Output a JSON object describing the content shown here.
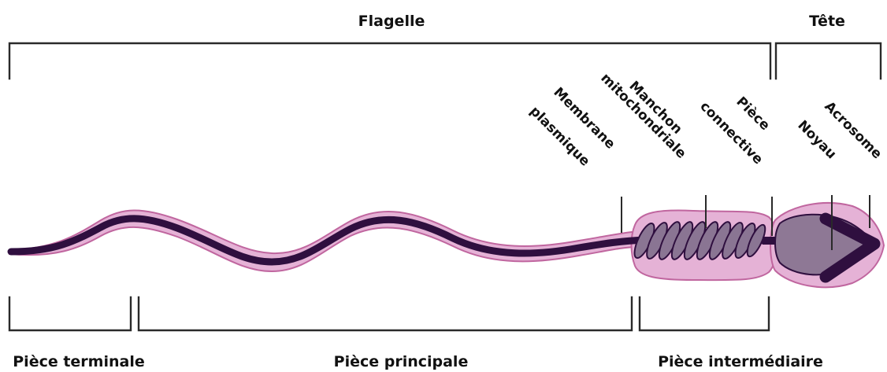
{
  "top_labels": {
    "flagelle": "Flagelle",
    "tete": "Tête"
  },
  "bottom_labels": {
    "piece_terminale": "Pièce terminale",
    "piece_principale": "Pièce principale",
    "piece_intermediaire": "Pièce intermédiaire"
  },
  "structure_labels": {
    "membrane_line1": "Membrane",
    "membrane_line2": "plasmique",
    "manchon_line1": "Manchon",
    "manchon_line2": "mitochondriale",
    "piece_conn_line1": "Pièce",
    "piece_conn_line2": "connective",
    "noyau": "Noyau",
    "acrosome": "Acrosome"
  },
  "colors": {
    "membrane_fill": "#e5b2d6",
    "membrane_stroke": "#c0669f",
    "axoneme": "#2f0f3f",
    "mitochondria_fill": "#8a7593",
    "nucleus_fill": "#8e7895",
    "acrosome": "#2f0f3f",
    "lines": "#2a2a2a"
  }
}
